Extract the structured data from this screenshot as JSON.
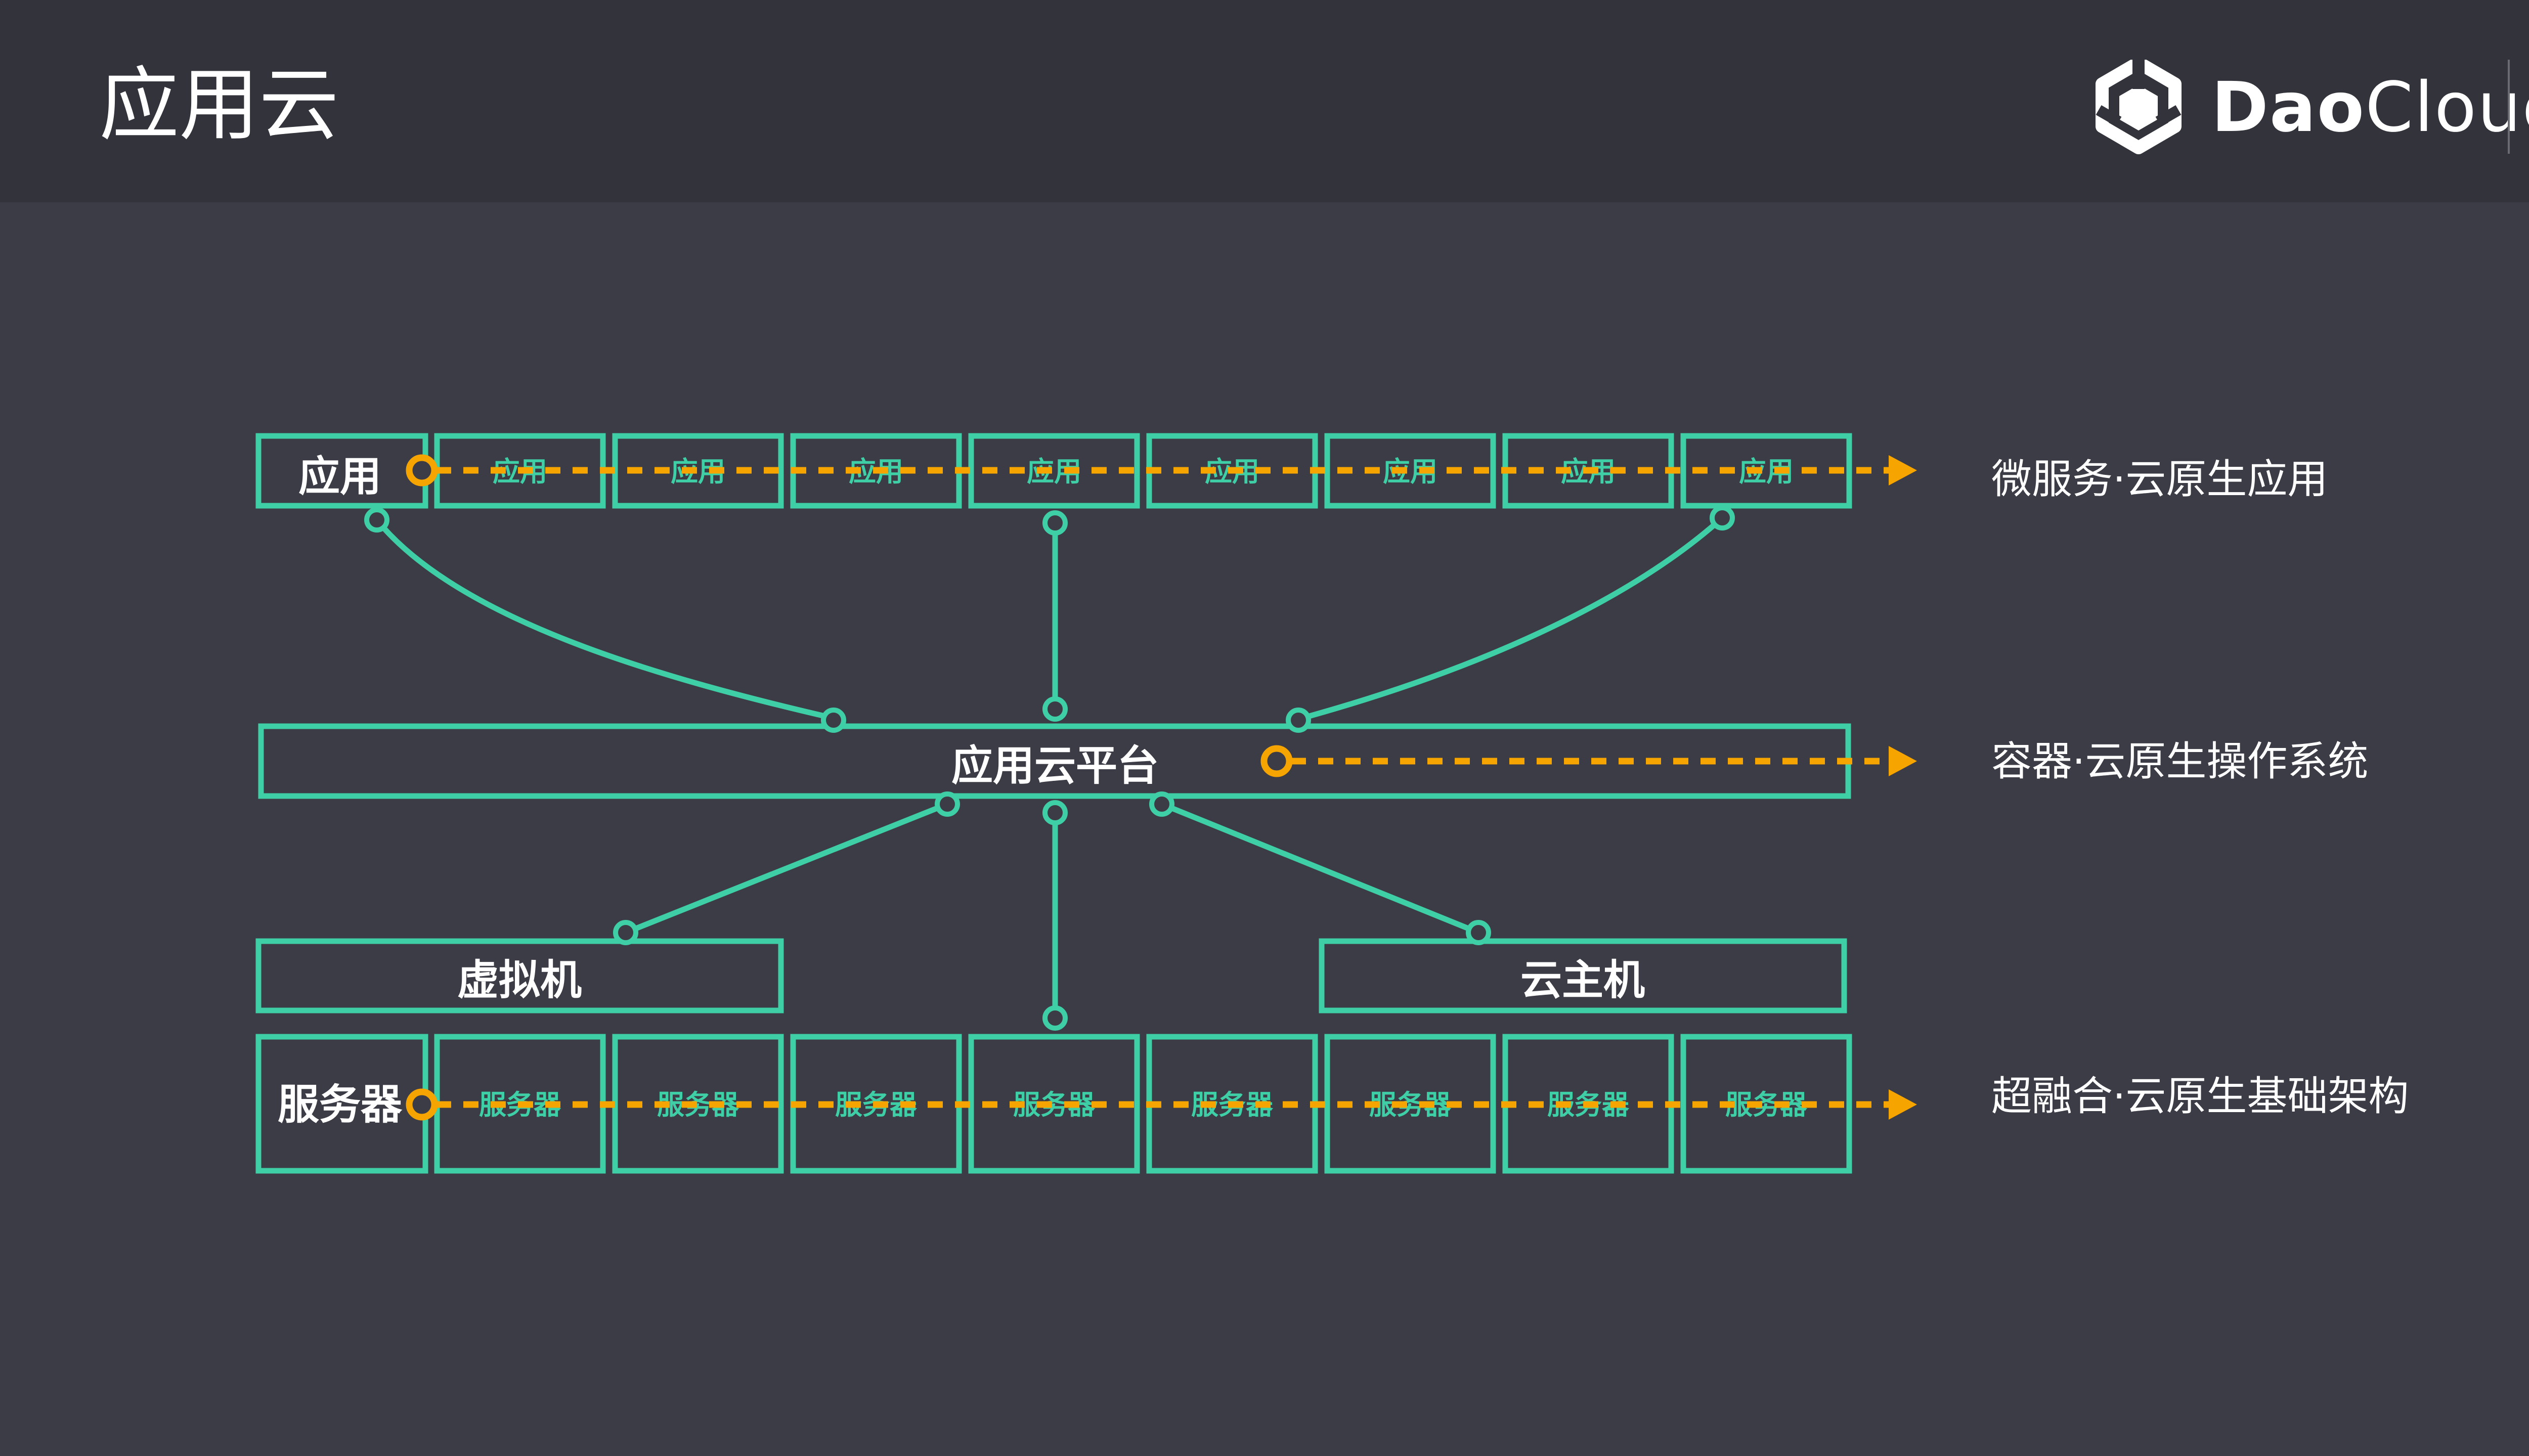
{
  "header": {
    "title": "应用云",
    "logo": {
      "icon": "daocloud-logo-icon",
      "text_bold": "Dao",
      "text_regular": "Cloud"
    }
  },
  "diagram": {
    "app_layer": {
      "label": "应用",
      "cells": [
        "应用",
        "应用",
        "应用",
        "应用",
        "应用",
        "应用",
        "应用",
        "应用"
      ],
      "flow_label": "微服务·云原生应用"
    },
    "platform_layer": {
      "label": "应用云平台",
      "flow_label": "容器·云原生操作系统"
    },
    "vm_box": {
      "label": "虚拟机"
    },
    "host_box": {
      "label": "云主机"
    },
    "server_layer": {
      "label": "服务器",
      "cells": [
        "服务器",
        "服务器",
        "服务器",
        "服务器",
        "服务器",
        "服务器",
        "服务器",
        "服务器"
      ],
      "flow_label": "超融合·云原生基础架构"
    },
    "colors": {
      "line": "#3fcfa6",
      "flow": "#f5a400",
      "background": "#3b3c45",
      "header": "#33343b",
      "text": "#ffffff"
    }
  }
}
